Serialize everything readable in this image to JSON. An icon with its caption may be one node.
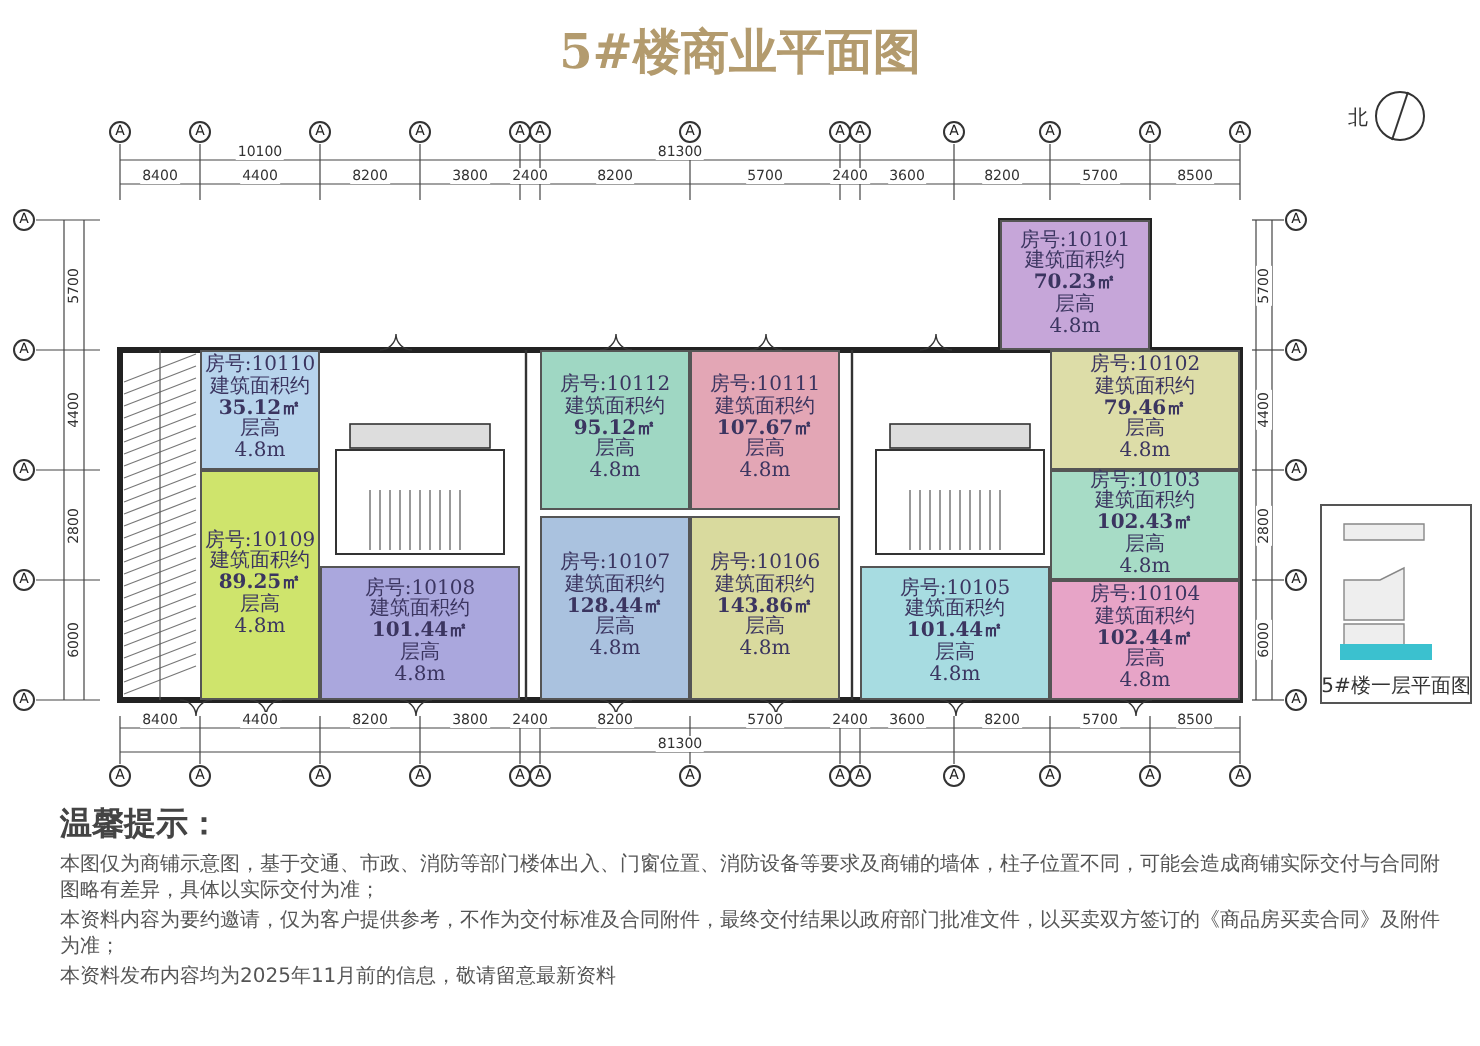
{
  "diagram": {
    "title": "5#楼商业平面图",
    "nodes": [
      {
        "text": [
          "房号:10101",
          "建筑面积约",
          "70.23㎡",
          "层高",
          "4.8m"
        ]
      },
      {
        "text": [
          "房号:10110",
          "建筑面积约",
          "35.12㎡",
          "层高",
          "4.8m"
        ]
      },
      {
        "text": [
          "房号:10112",
          "建筑面积约",
          "95.12㎡",
          "层高",
          "4.8m"
        ]
      },
      {
        "text": [
          "房号:10111",
          "建筑面积约",
          "107.67㎡",
          "层高",
          "4.8m"
        ]
      },
      {
        "text": [
          "房号:10102",
          "建筑面积约",
          "79.46㎡",
          "层高",
          "4.8m"
        ]
      },
      {
        "text": [
          "房号:10103",
          "建筑面积约",
          "102.43㎡",
          "层高",
          "4.8m"
        ]
      },
      {
        "text": [
          "房号:10109",
          "建筑面积约",
          "89.25㎡",
          "层高",
          "4.8m"
        ]
      },
      {
        "text": [
          "房号:10107",
          "建筑面积约",
          "128.44㎡",
          "层高",
          "4.8m"
        ]
      },
      {
        "text": [
          "房号:10106",
          "建筑面积约",
          "143.86㎡",
          "层高",
          "4.8m"
        ]
      },
      {
        "text": [
          "房号:10108",
          "建筑面积约",
          "101.44㎡",
          "层高",
          "4.8m"
        ]
      },
      {
        "text": [
          "房号:10105",
          "建筑面积约",
          "101.44㎡",
          "层高",
          "4.8m"
        ]
      },
      {
        "text": [
          "房号:10104",
          "建筑面积约",
          "102.44㎡",
          "层高",
          "4.8m"
        ]
      }
    ],
    "labels": [
      "北",
      "A",
      "A",
      "A",
      "A",
      "A",
      "A",
      "A",
      "A",
      "A",
      "A",
      "A",
      "A",
      "A",
      "10100",
      "81300",
      "8400",
      "4400",
      "8200",
      "3800",
      "2400",
      "8200",
      "5700",
      "2400",
      "3600",
      "8200",
      "5700",
      "8500",
      "A",
      "A",
      "A",
      "A",
      "A",
      "5700",
      "4400",
      "2800",
      "6000",
      "A",
      "A",
      "A",
      "A",
      "A",
      "5700",
      "4400",
      "2800",
      "6000",
      "8400",
      "4400",
      "8200",
      "3800",
      "2400",
      "8200",
      "5700",
      "2400",
      "3600",
      "8200",
      "5700",
      "8500",
      "81300",
      "A",
      "A",
      "A",
      "A",
      "A",
      "A",
      "A",
      "A",
      "A",
      "A",
      "A",
      "A",
      "A",
      "5#楼一层平面图",
      "温馨提示：",
      "本图仅为商铺示意图，基于交通、市政、消防等部门楼体出入、门窗位置、消防设备等要求及商铺的墙体，柱子位置不同，可能会造成商铺实际交付与合同附图略有差异，具体以实际交付为准；",
      "本资料内容为要约邀请，仅为客户提供参考，不作为交付标准及合同附件，最终交付结果以政府部门批准文件，以买卖双方签订的《商品房买卖合同》及附件为准；",
      "本资料发布内容均为2025年11月前的信息，敬请留意最新资料"
    ]
  }
}
